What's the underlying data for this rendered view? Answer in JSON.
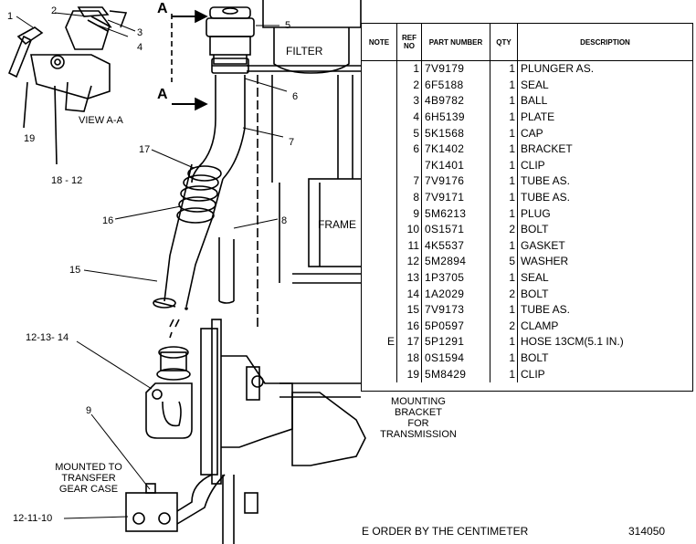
{
  "view_marker": "A",
  "view_label": "VIEW A-A",
  "label_filter": "FILTER",
  "label_frame": "FRAME",
  "label_mounting": [
    "MOUNTING",
    "BRACKET",
    "FOR",
    "TRANSMISSION"
  ],
  "label_transfer": [
    "MOUNTED TO",
    "TRANSFER",
    "GEAR CASE"
  ],
  "callouts": {
    "c1": "1",
    "c2": "2",
    "c3": "3",
    "c4": "4",
    "c5": "5",
    "c6": "6",
    "c7": "7",
    "c8": "8",
    "c9": "9",
    "c15": "15",
    "c16": "16",
    "c17": "17",
    "c19": "19",
    "c18_12": "18 - 12",
    "c12_13_14": "12-13- 14",
    "c12_11_10": "12-11-10",
    "e_mark": "E"
  },
  "table": {
    "headers": {
      "note": "NOTE",
      "ref": "REF NO",
      "part": "PART NUMBER",
      "qty": "QTY",
      "desc": "DESCRIPTION"
    },
    "rows": [
      {
        "note": "",
        "ref": "1",
        "part": "7V9179",
        "qty": "1",
        "desc": "PLUNGER AS."
      },
      {
        "note": "",
        "ref": "2",
        "part": "6F5188",
        "qty": "1",
        "desc": "SEAL"
      },
      {
        "note": "",
        "ref": "3",
        "part": "4B9782",
        "qty": "1",
        "desc": "BALL"
      },
      {
        "note": "",
        "ref": "4",
        "part": "6H5139",
        "qty": "1",
        "desc": "PLATE"
      },
      {
        "note": "",
        "ref": "5",
        "part": "5K1568",
        "qty": "1",
        "desc": "CAP"
      },
      {
        "note": "",
        "ref": "6",
        "part": "7K1402",
        "qty": "1",
        "desc": "BRACKET"
      },
      {
        "note": "",
        "ref": "",
        "part": "7K1401",
        "qty": "1",
        "desc": "CLIP"
      },
      {
        "note": "",
        "ref": "7",
        "part": "7V9176",
        "qty": "1",
        "desc": "TUBE AS."
      },
      {
        "note": "",
        "ref": "8",
        "part": "7V9171",
        "qty": "1",
        "desc": "TUBE AS."
      },
      {
        "note": "",
        "ref": "9",
        "part": "5M6213",
        "qty": "1",
        "desc": "PLUG"
      },
      {
        "note": "",
        "ref": "10",
        "part": "0S1571",
        "qty": "2",
        "desc": "BOLT"
      },
      {
        "note": "",
        "ref": "11",
        "part": "4K5537",
        "qty": "1",
        "desc": "GASKET"
      },
      {
        "note": "",
        "ref": "12",
        "part": "5M2894",
        "qty": "5",
        "desc": "WASHER"
      },
      {
        "note": "",
        "ref": "13",
        "part": "1P3705",
        "qty": "1",
        "desc": "SEAL"
      },
      {
        "note": "",
        "ref": "14",
        "part": "1A2029",
        "qty": "2",
        "desc": "BOLT"
      },
      {
        "note": "",
        "ref": "15",
        "part": "7V9173",
        "qty": "1",
        "desc": "TUBE AS."
      },
      {
        "note": "",
        "ref": "16",
        "part": "5P0597",
        "qty": "2",
        "desc": "CLAMP"
      },
      {
        "note": "E",
        "ref": "17",
        "part": "5P1291",
        "qty": "1",
        "desc": "HOSE 13CM(5.1 IN.)"
      },
      {
        "note": "",
        "ref": "18",
        "part": "0S1594",
        "qty": "1",
        "desc": "BOLT"
      },
      {
        "note": "",
        "ref": "19",
        "part": "5M8429",
        "qty": "1",
        "desc": "CLIP"
      }
    ]
  },
  "footnote": "E    ORDER BY THE CENTIMETER",
  "drawing_number": "314050"
}
